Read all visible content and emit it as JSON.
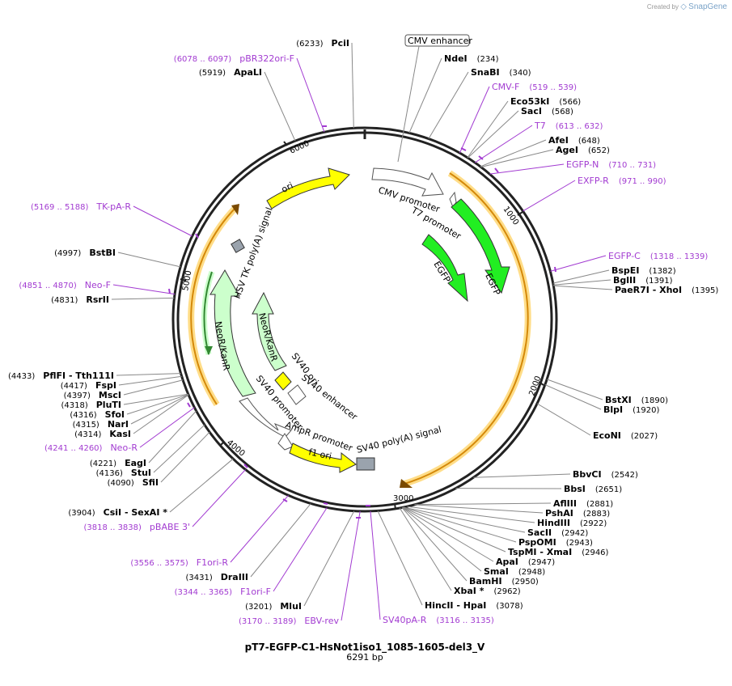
{
  "credit": {
    "prefix": "Created by",
    "brand": "SnapGene"
  },
  "plasmid": {
    "name": "pT7-EGFP-C1-HsNot1iso1_1085-1605-del3_V",
    "length_label": "6291 bp",
    "length": 6291
  },
  "ticks": [
    "1000",
    "2000",
    "3000",
    "4000",
    "5000",
    "6000"
  ],
  "features": [
    {
      "name": "CMV enhancer",
      "boxed": true
    },
    {
      "name": "CMV promoter"
    },
    {
      "name": "T7 promoter"
    },
    {
      "name": "EGFP"
    },
    {
      "name": "EGFP"
    },
    {
      "name": "SV40 ori"
    },
    {
      "name": "SV40 enhancer"
    },
    {
      "name": "SV40 promoter"
    },
    {
      "name": "AmpR promoter"
    },
    {
      "name": "f1 ori"
    },
    {
      "name": "SV40 poly(A) signal"
    },
    {
      "name": "NeoR/KanR"
    },
    {
      "name": "NeoR/KanR"
    },
    {
      "name": "HSV TK poly(A) signal"
    },
    {
      "name": "ori"
    }
  ],
  "right_sites": [
    {
      "name": "NdeI",
      "pos": "(234)"
    },
    {
      "name": "SnaBI",
      "pos": "(340)"
    },
    {
      "name": "CMV-F",
      "pos": "(519 .. 539)",
      "primer": true
    },
    {
      "name": "Eco53kI",
      "pos": "(566)"
    },
    {
      "name": "SacI",
      "pos": "(568)"
    },
    {
      "name": "T7",
      "pos": "(613 .. 632)",
      "primer": true
    },
    {
      "name": "AfeI",
      "pos": "(648)"
    },
    {
      "name": "AgeI",
      "pos": "(652)"
    },
    {
      "name": "EGFP-N",
      "pos": "(710 .. 731)",
      "primer": true
    },
    {
      "name": "EXFP-R",
      "pos": "(971 .. 990)",
      "primer": true
    },
    {
      "name": "EGFP-C",
      "pos": "(1318 .. 1339)",
      "primer": true
    },
    {
      "name": "BspEI",
      "pos": "(1382)"
    },
    {
      "name": "BglII",
      "pos": "(1391)"
    },
    {
      "name": "PaeR7I  - XhoI",
      "pos": "(1395)"
    },
    {
      "name": "BstXI",
      "pos": "(1890)"
    },
    {
      "name": "BlpI",
      "pos": "(1920)"
    },
    {
      "name": "EcoNI",
      "pos": "(2027)"
    },
    {
      "name": "BbvCI",
      "pos": "(2542)"
    },
    {
      "name": "BbsI",
      "pos": "(2651)"
    },
    {
      "name": "AflIII",
      "pos": "(2881)"
    },
    {
      "name": "PshAI",
      "pos": "(2883)"
    },
    {
      "name": "HindIII",
      "pos": "(2922)"
    },
    {
      "name": "SacII",
      "pos": "(2942)"
    },
    {
      "name": "PspOMI",
      "pos": "(2943)"
    },
    {
      "name": "TspMI  - XmaI",
      "pos": "(2946)"
    },
    {
      "name": "ApaI",
      "pos": "(2947)"
    },
    {
      "name": "SmaI",
      "pos": "(2948)"
    },
    {
      "name": "BamHI",
      "pos": "(2950)"
    },
    {
      "name": "XbaI *",
      "pos": "(2962)"
    },
    {
      "name": "HincII  - HpaI",
      "pos": "(3078)"
    },
    {
      "name": "SV40pA-R",
      "pos": "(3116 .. 3135)",
      "primer": true
    }
  ],
  "left_sites": [
    {
      "name": "PciI",
      "pos": "(6233)"
    },
    {
      "name": "pBR322ori-F",
      "pos": "(6078 .. 6097)",
      "primer": true
    },
    {
      "name": "ApaLI",
      "pos": "(5919)"
    },
    {
      "name": "TK-pA-R",
      "pos": "(5169 .. 5188)",
      "primer": true
    },
    {
      "name": "BstBI",
      "pos": "(4997)"
    },
    {
      "name": "Neo-F",
      "pos": "(4851 .. 4870)",
      "primer": true
    },
    {
      "name": "RsrII",
      "pos": "(4831)"
    },
    {
      "name": "PflFI  - Tth111I",
      "pos": "(4433)"
    },
    {
      "name": "FspI",
      "pos": "(4417)"
    },
    {
      "name": "MscI",
      "pos": "(4397)"
    },
    {
      "name": "PluTI",
      "pos": "(4318)"
    },
    {
      "name": "SfoI",
      "pos": "(4316)"
    },
    {
      "name": "NarI",
      "pos": "(4315)"
    },
    {
      "name": "KasI",
      "pos": "(4314)"
    },
    {
      "name": "Neo-R",
      "pos": "(4241 .. 4260)",
      "primer": true
    },
    {
      "name": "EagI",
      "pos": "(4221)"
    },
    {
      "name": "StuI",
      "pos": "(4136)"
    },
    {
      "name": "SfiI",
      "pos": "(4090)"
    },
    {
      "name": "CsiI  - SexAI *",
      "pos": "(3904)"
    },
    {
      "name": "pBABE 3'",
      "pos": "(3818 .. 3838)",
      "primer": true
    },
    {
      "name": "F1ori-R",
      "pos": "(3556 .. 3575)",
      "primer": true
    },
    {
      "name": "DraIII",
      "pos": "(3431)"
    },
    {
      "name": "F1ori-F",
      "pos": "(3344 .. 3365)",
      "primer": true
    },
    {
      "name": "MluI",
      "pos": "(3201)"
    },
    {
      "name": "EBV-rev",
      "pos": "(3170 .. 3189)",
      "primer": true
    }
  ],
  "colors": {
    "primer": "#a23bd1",
    "egfp": "#22ee22",
    "neo": "#ccffcc",
    "ori": "#ffff00",
    "pa": "#9aa3ad",
    "orf_halo": "#ffcc66"
  }
}
